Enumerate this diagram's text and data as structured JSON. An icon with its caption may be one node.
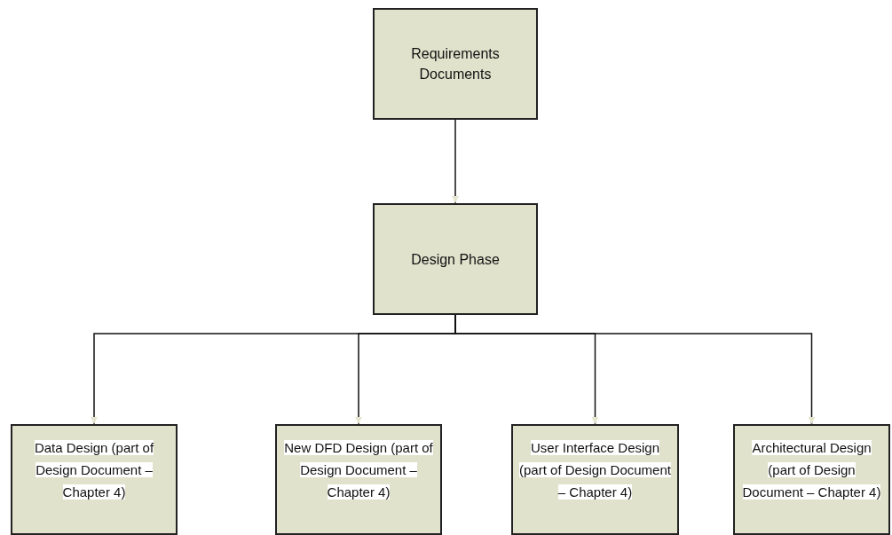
{
  "diagram": {
    "nodes": [
      {
        "text": [
          "Requirements Documents"
        ]
      },
      {
        "text": [
          "Design Phase"
        ]
      },
      {
        "text": [
          "Data Design (part of Design Document – Chapter 4)"
        ]
      },
      {
        "text": [
          "New DFD Design (part of Design Document – Chapter 4)"
        ]
      },
      {
        "text": [
          "User Interface Design (part of Design Document – Chapter 4)"
        ]
      },
      {
        "text": [
          "Architectural Design (part of Design Document – Chapter 4)"
        ]
      }
    ],
    "edges": [
      {
        "from": 0,
        "to": 1,
        "arrow": "to"
      },
      {
        "from": 1,
        "to": 2,
        "arrow": "to"
      },
      {
        "from": 1,
        "to": 3,
        "arrow": "to"
      },
      {
        "from": 1,
        "to": 4,
        "arrow": "to"
      },
      {
        "from": 1,
        "to": 5,
        "arrow": "to"
      }
    ]
  }
}
